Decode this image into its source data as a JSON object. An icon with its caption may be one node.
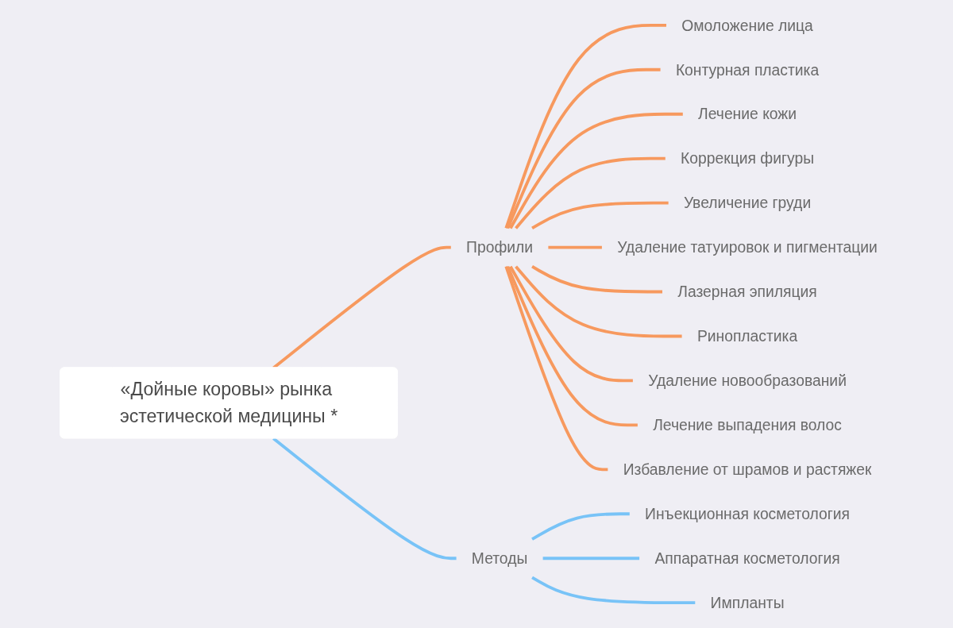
{
  "diagram": {
    "nodes": [
      {
        "text": [
          "«Дойные коровы» рынка эстетической медицины *"
        ]
      },
      {
        "text": [
          "Профили"
        ]
      },
      {
        "text": [
          "Омоложение лица"
        ]
      },
      {
        "text": [
          "Контурная пластика"
        ]
      },
      {
        "text": [
          "Лечение кожи"
        ]
      },
      {
        "text": [
          "Коррекция фигуры"
        ]
      },
      {
        "text": [
          "Увеличение груди"
        ]
      },
      {
        "text": [
          "Удаление татуировок и пигментации"
        ]
      },
      {
        "text": [
          "Лазерная эпиляция"
        ]
      },
      {
        "text": [
          "Ринопластика"
        ]
      },
      {
        "text": [
          "Удаление новообразований"
        ]
      },
      {
        "text": [
          "Лечение выпадения волос"
        ]
      },
      {
        "text": [
          "Избавление от шрамов и растяжек"
        ]
      },
      {
        "text": [
          "Методы"
        ]
      },
      {
        "text": [
          "Инъекционная косметология"
        ]
      },
      {
        "text": [
          "Аппаратная косметология"
        ]
      },
      {
        "text": [
          "Импланты"
        ]
      }
    ],
    "edges": [
      {
        "from": 0,
        "to": 1,
        "arrow": "none"
      },
      {
        "from": 1,
        "to": 2,
        "arrow": "none"
      },
      {
        "from": 1,
        "to": 3,
        "arrow": "none"
      },
      {
        "from": 1,
        "to": 4,
        "arrow": "none"
      },
      {
        "from": 1,
        "to": 5,
        "arrow": "none"
      },
      {
        "from": 1,
        "to": 6,
        "arrow": "none"
      },
      {
        "from": 1,
        "to": 7,
        "arrow": "none"
      },
      {
        "from": 1,
        "to": 8,
        "arrow": "none"
      },
      {
        "from": 1,
        "to": 9,
        "arrow": "none"
      },
      {
        "from": 1,
        "to": 10,
        "arrow": "none"
      },
      {
        "from": 1,
        "to": 11,
        "arrow": "none"
      },
      {
        "from": 1,
        "to": 12,
        "arrow": "none"
      },
      {
        "from": 0,
        "to": 13,
        "arrow": "none",
        "color": "#78c3f7"
      },
      {
        "from": 13,
        "to": 14,
        "arrow": "none",
        "color": "#78c3f7"
      },
      {
        "from": 13,
        "to": 15,
        "arrow": "none",
        "color": "#78c3f7"
      },
      {
        "from": 13,
        "to": 16,
        "arrow": "none",
        "color": "#78c3f7"
      }
    ]
  }
}
